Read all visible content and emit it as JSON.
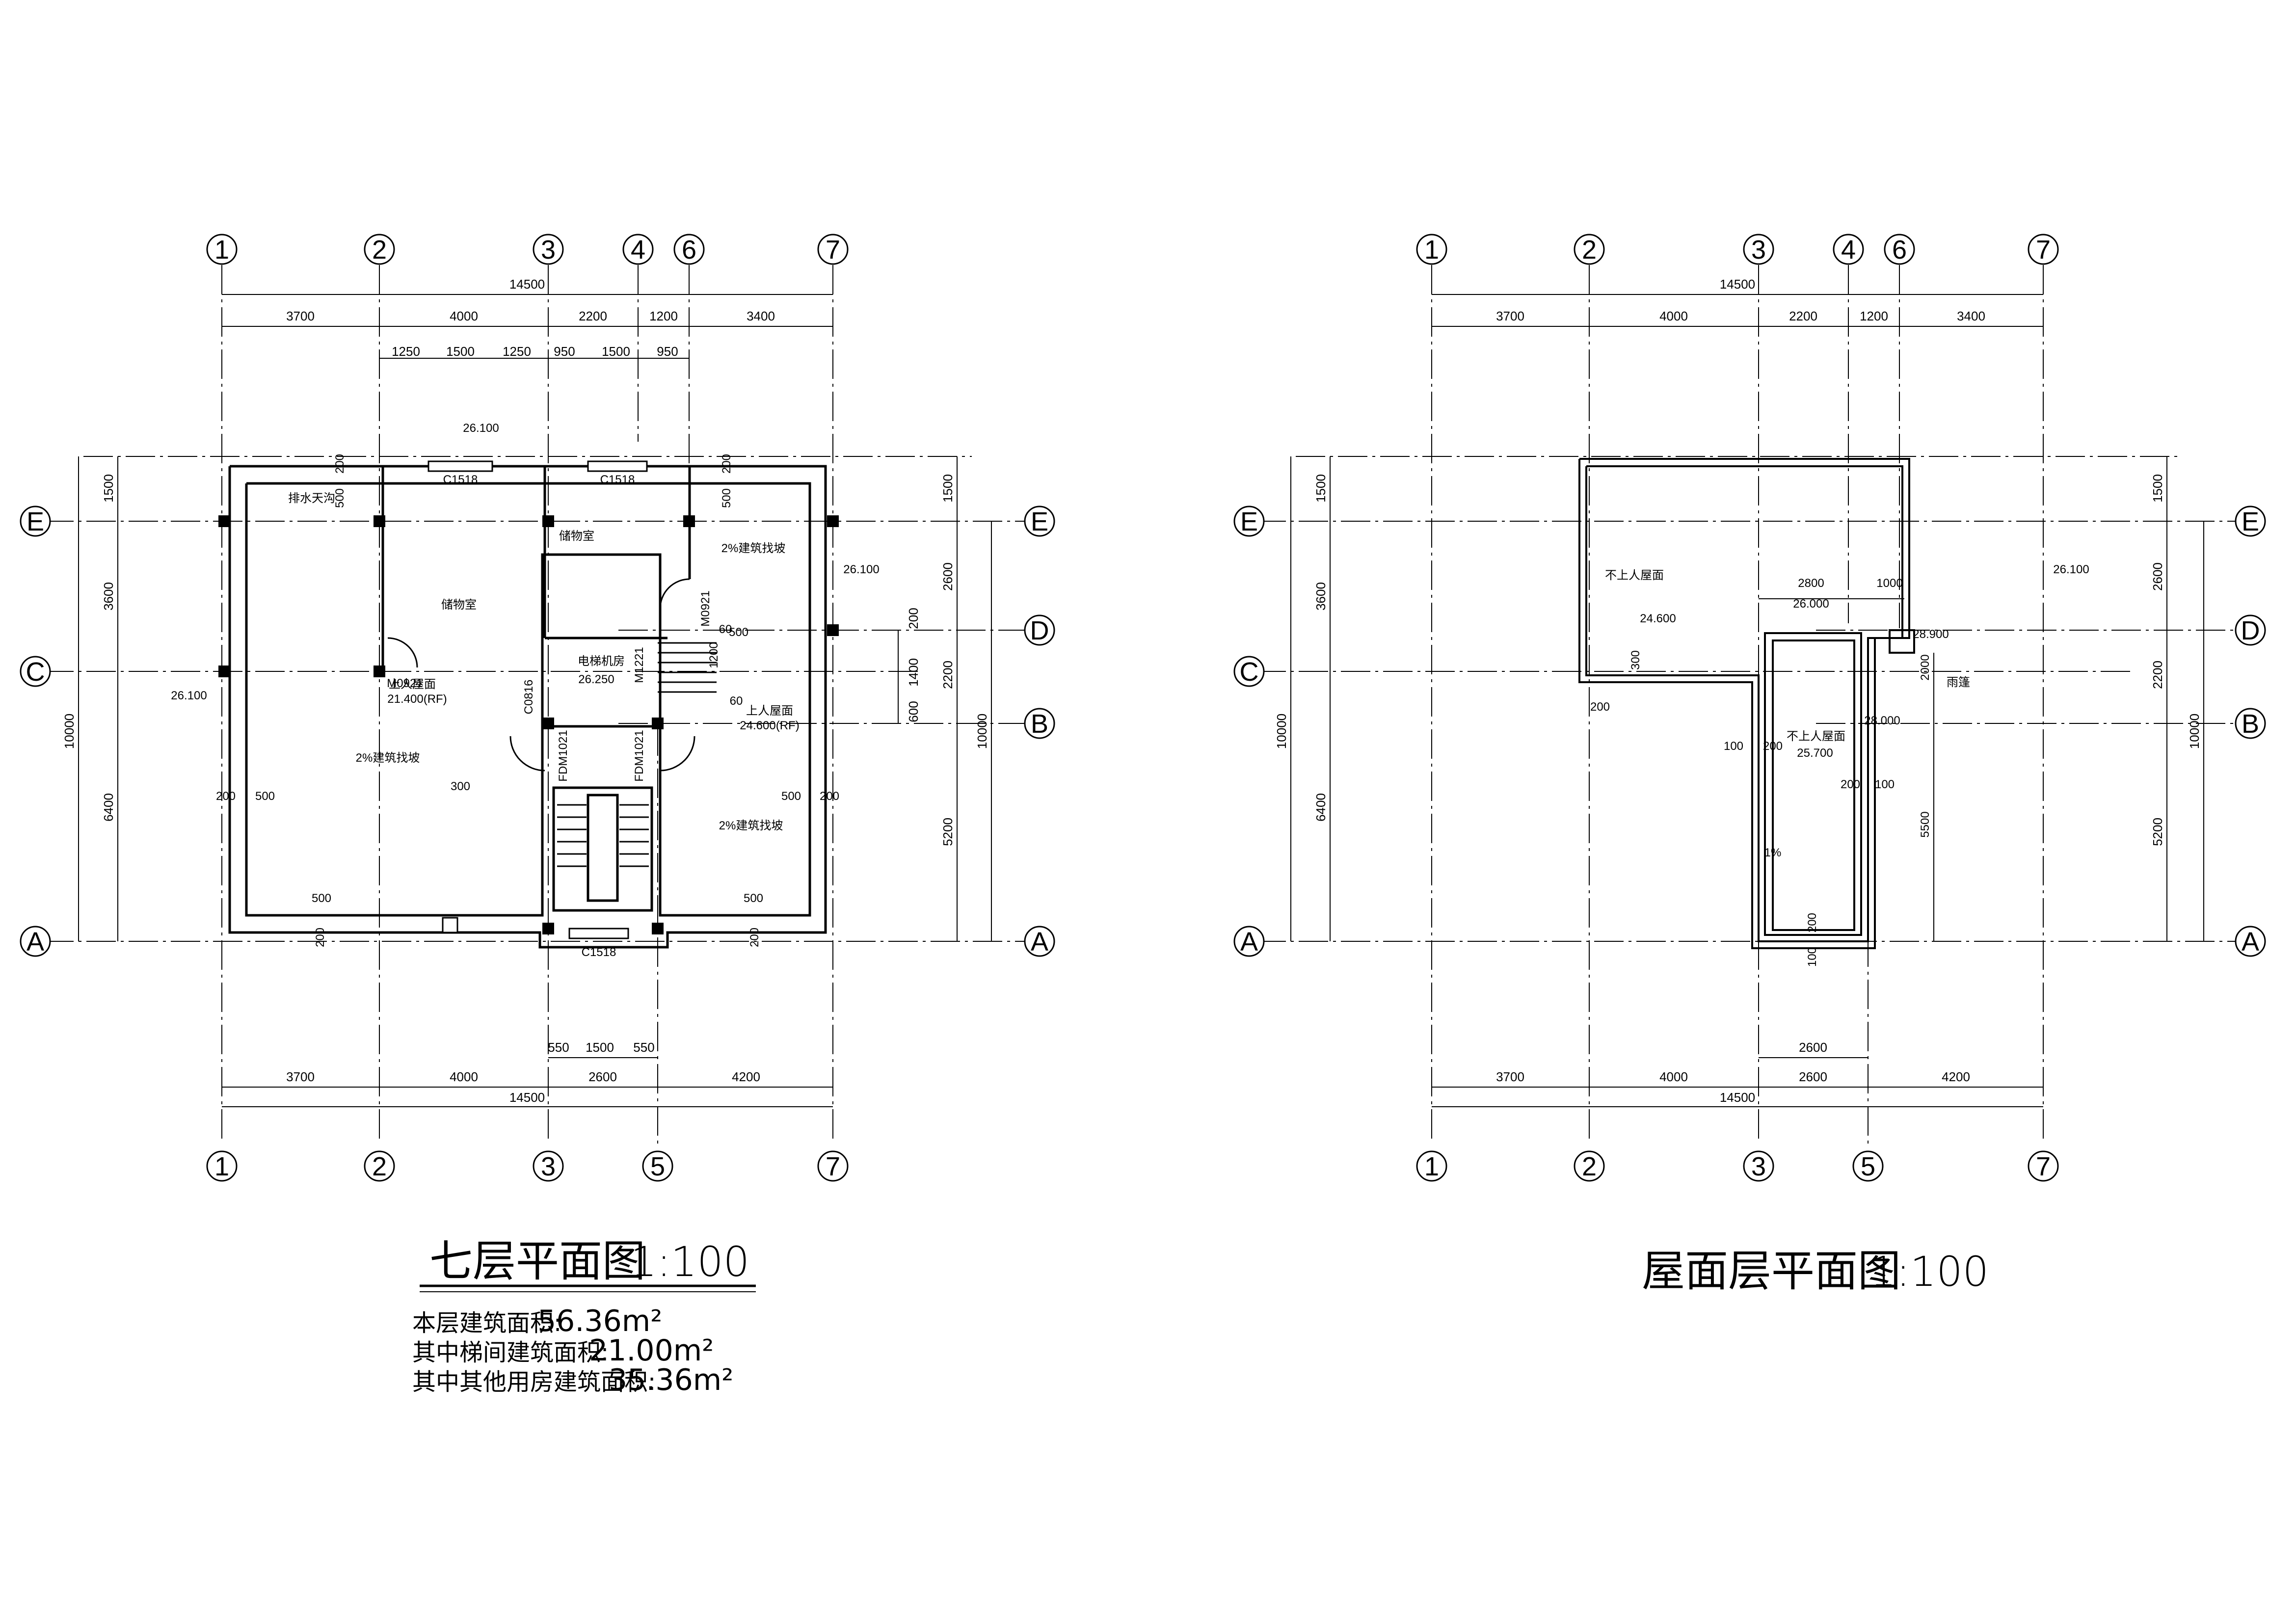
{
  "plans": [
    {
      "title": "七层平面图",
      "scale": "1:100",
      "axes_top": [
        "1",
        "2",
        "3",
        "4",
        "6",
        "7"
      ],
      "axes_bottom": [
        "1",
        "2",
        "3",
        "5",
        "7"
      ],
      "axes_left": [
        "E",
        "C",
        "A"
      ],
      "axes_right": [
        "E",
        "D",
        "B",
        "A"
      ],
      "total_dim_top": "14500",
      "dims_top": [
        "3700",
        "4000",
        "2200",
        "1200",
        "3400"
      ],
      "window_dims_top": [
        "1250",
        "1500",
        "1250",
        "950",
        "1500",
        "950"
      ],
      "total_dim_bottom": "14500",
      "dims_bottom": [
        "3700",
        "4000",
        "2600",
        "4200"
      ],
      "window_dims_bottom": [
        "550",
        "1500",
        "550"
      ],
      "dims_left": [
        "1500",
        "3600",
        "6400",
        "10000"
      ],
      "dims_right_inner": [
        "1500",
        "2600",
        "2200",
        "5200",
        "10000"
      ],
      "dims_right_small": [
        "200",
        "1400",
        "600"
      ],
      "rooms": [
        "储物室",
        "储物室",
        "电梯机房",
        "排水天沟"
      ],
      "doors_windows": [
        "C1518",
        "C1518",
        "C1518",
        "M0921",
        "M0921",
        "M1221",
        "C0816",
        "FDM1021",
        "FDM1021"
      ],
      "levels": [
        "26.100",
        "26.100",
        "26.100",
        "26.250",
        "21.400(RF)",
        "24.600(RF)"
      ],
      "roof_labels": [
        "上人屋面",
        "上人屋面"
      ],
      "slope_notes": [
        "2%建筑找坡",
        "2%建筑找坡",
        "2%建筑找坡"
      ],
      "misc_dims": [
        "200",
        "500",
        "500",
        "500",
        "500",
        "200",
        "200",
        "200",
        "200",
        "200",
        "500",
        "500",
        "500",
        "300",
        "60",
        "60",
        "1200"
      ],
      "area_notes": [
        {
          "label": "本层建筑面积:",
          "value": "56.36m²"
        },
        {
          "label": "其中梯间建筑面积:",
          "value": "21.00m²"
        },
        {
          "label": "其中其他用房建筑面积:",
          "value": "35.36m²"
        }
      ]
    },
    {
      "title": "屋面层平面图",
      "scale": "1:100",
      "axes_top": [
        "1",
        "2",
        "3",
        "4",
        "6",
        "7"
      ],
      "axes_bottom": [
        "1",
        "2",
        "3",
        "5",
        "7"
      ],
      "axes_left": [
        "E",
        "C",
        "A"
      ],
      "axes_right": [
        "E",
        "D",
        "B",
        "A"
      ],
      "total_dim_top": "14500",
      "dims_top": [
        "3700",
        "4000",
        "2200",
        "1200",
        "3400"
      ],
      "total_dim_bottom": "14500",
      "dims_bottom": [
        "3700",
        "4000",
        "2600",
        "4200"
      ],
      "dims_bottom_inner": [
        "2600"
      ],
      "dims_left": [
        "1500",
        "3600",
        "6400",
        "10000"
      ],
      "dims_right": [
        "1500",
        "2600",
        "2200",
        "5200",
        "10000"
      ],
      "labels": [
        "不上人屋面",
        "不上人屋面",
        "雨篷"
      ],
      "levels": [
        "26.100",
        "24.600",
        "26.000",
        "28.900",
        "28.000",
        "25.700"
      ],
      "misc_dims": [
        "2800",
        "1000",
        "300",
        "200",
        "100",
        "200",
        "200",
        "100",
        "2000",
        "5500",
        "1%",
        "200",
        "100"
      ]
    }
  ]
}
